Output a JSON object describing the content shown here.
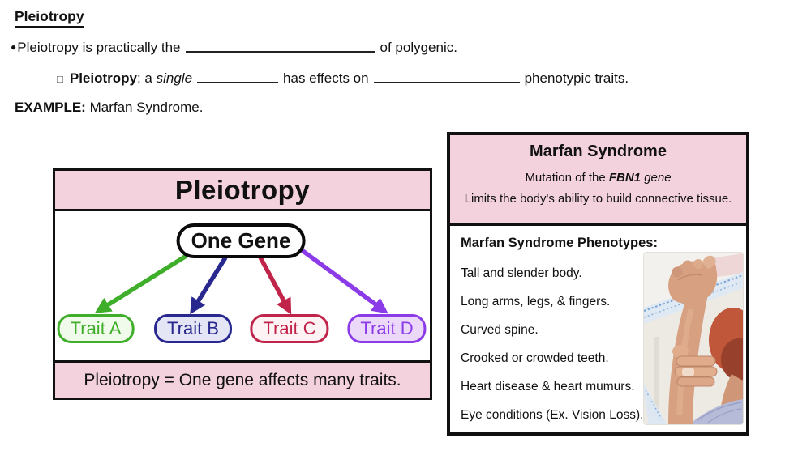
{
  "notes": {
    "title": "Pleiotropy",
    "line1_bullet": "●",
    "line1_pre": "Pleiotropy is practically the",
    "line1_post": "of polygenic.",
    "line2_bullet": "□",
    "line2_term": "Pleiotropy",
    "line2_mid1": ": a",
    "line2_italic": "single",
    "line2_mid2": "has effects on",
    "line2_post": "phenotypic traits.",
    "example_label": "EXAMPLE:",
    "example_text": "Marfan Syndrome."
  },
  "pleiotropy_box": {
    "title": "Pleiotropy",
    "gene_label": "One Gene",
    "traits": [
      {
        "label": "Trait A",
        "color": "#3fae2a",
        "fill": "#f1fbeb"
      },
      {
        "label": "Trait B",
        "color": "#28288f",
        "fill": "#e4e6f5"
      },
      {
        "label": "Trait C",
        "color": "#c1244a",
        "fill": "#fdf3f5"
      },
      {
        "label": "Trait D",
        "color": "#8b3be8",
        "fill": "#ecd9f9"
      }
    ],
    "caption": "Pleiotropy = One gene affects many traits."
  },
  "marfan_box": {
    "title": "Marfan Syndrome",
    "mutation_pre": "Mutation of the",
    "mutation_gene": "FBN1",
    "mutation_post": "gene",
    "limits_line": "Limits the body's ability to build connective tissue.",
    "phenotypes_heading": "Marfan Syndrome Phenotypes:",
    "phenotypes": [
      "Tall and slender body.",
      "Long arms, legs, & fingers.",
      "Curved spine.",
      "Crooked or crowded teeth.",
      "Heart disease & heart mumurs.",
      "Eye conditions (Ex. Vision Loss)."
    ]
  },
  "colors": {
    "pink": "#f3d1dd",
    "border": "#111111"
  }
}
